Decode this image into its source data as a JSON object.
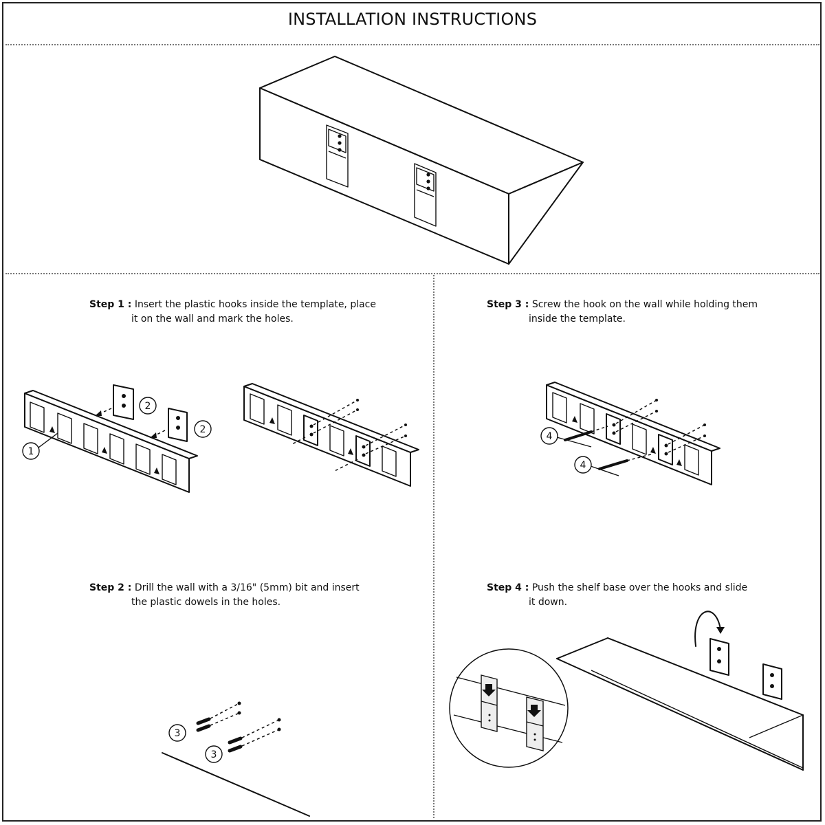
{
  "title": "INSTALLATION INSTRUCTIONS",
  "steps": [
    {
      "label": "Step 1 :",
      "line1": "Insert the plastic hooks inside the template, place",
      "line2": "it on the wall and mark the holes."
    },
    {
      "label": "Step 2 :",
      "line1": "Drill the wall with a 3/16\" (5mm) bit and insert",
      "line2": "the plastic dowels in the holes."
    },
    {
      "label": "Step 3 :",
      "line1": "Screw the hook on the wall while holding them",
      "line2": "inside the template."
    },
    {
      "label": "Step 4 :",
      "line1": "Push the shelf base over the hooks and slide",
      "line2": "it down."
    }
  ],
  "callouts": {
    "template": "1",
    "hook": "2",
    "dowel": "3",
    "screw": "4"
  }
}
